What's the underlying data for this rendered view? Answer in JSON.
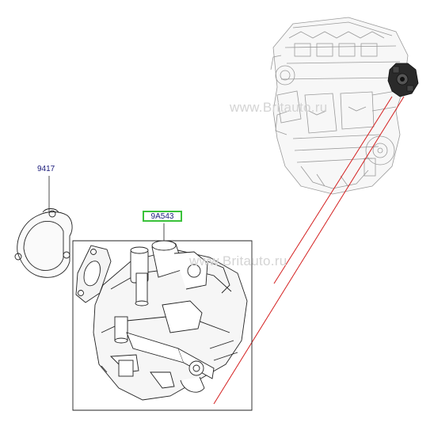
{
  "diagram": {
    "callouts": {
      "gasket": "9417",
      "fuel_pump": "9A543"
    },
    "watermarks": [
      "www.Britauto.ru",
      "www.Britauto.ru"
    ],
    "colors": {
      "leader_red": "#d42020",
      "highlight_green": "#3ac23a",
      "callout_text": "#1a1a7a",
      "line_art": "#222222",
      "engine_ghost": "#9a9a9a"
    }
  }
}
